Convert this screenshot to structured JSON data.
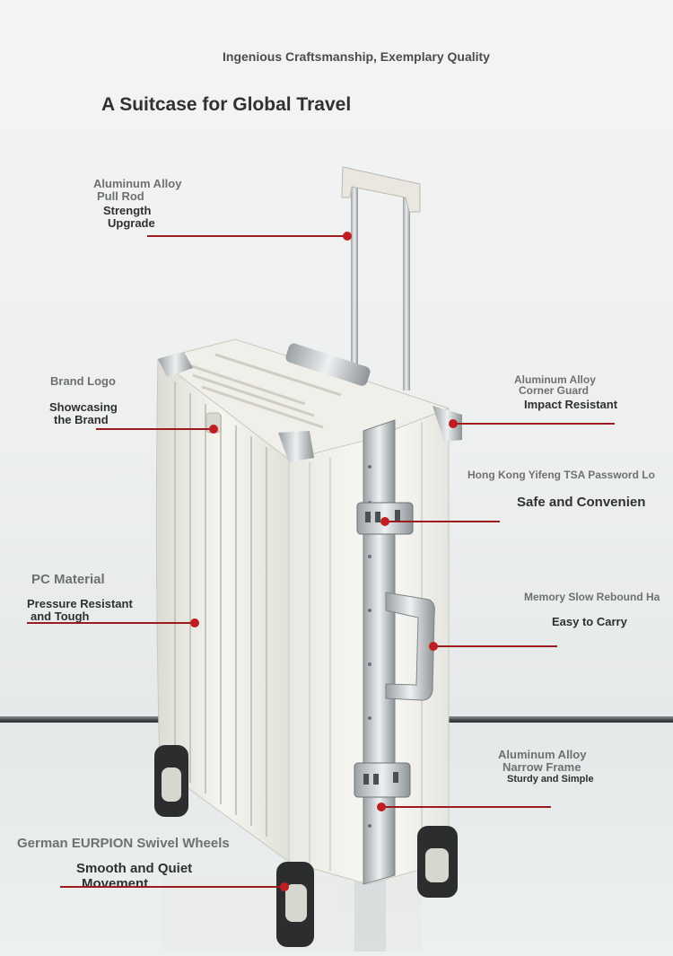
{
  "header": {
    "tagline": "Ingenious Craftsmanship, Exemplary Quality",
    "title": "A Suitcase for Global Travel"
  },
  "features": {
    "pull_rod": {
      "title_line1": "Aluminum Alloy",
      "title_line2": "Pull Rod",
      "desc_line1": "Strength",
      "desc_line2": "Upgrade"
    },
    "brand_logo": {
      "title": "Brand Logo",
      "desc_line1": "Showcasing",
      "desc_line2": "the Brand"
    },
    "corner_guard": {
      "title_line1": "Aluminum Alloy",
      "title_line2": "Corner Guard",
      "desc": "Impact Resistant"
    },
    "tsa_lock": {
      "title": "Hong Kong Yifeng TSA Password Lo",
      "desc": "Safe and Convenien"
    },
    "pc_material": {
      "title": "PC Material",
      "desc_line1": "Pressure Resistant",
      "desc_line2": "and Tough"
    },
    "handle": {
      "title": "Memory Slow Rebound Ha",
      "desc": "Easy to Carry"
    },
    "frame": {
      "title_line1": "Aluminum Alloy",
      "title_line2": "Narrow Frame",
      "desc": "Sturdy and Simple"
    },
    "wheels": {
      "title": "German EURPION Swivel Wheels",
      "desc_line1": "Smooth and Quiet",
      "desc_line2": "Movement"
    }
  },
  "colors": {
    "accent": "#c01d22",
    "line": "#9c1b1f",
    "shell": "#f4f3ee"
  }
}
